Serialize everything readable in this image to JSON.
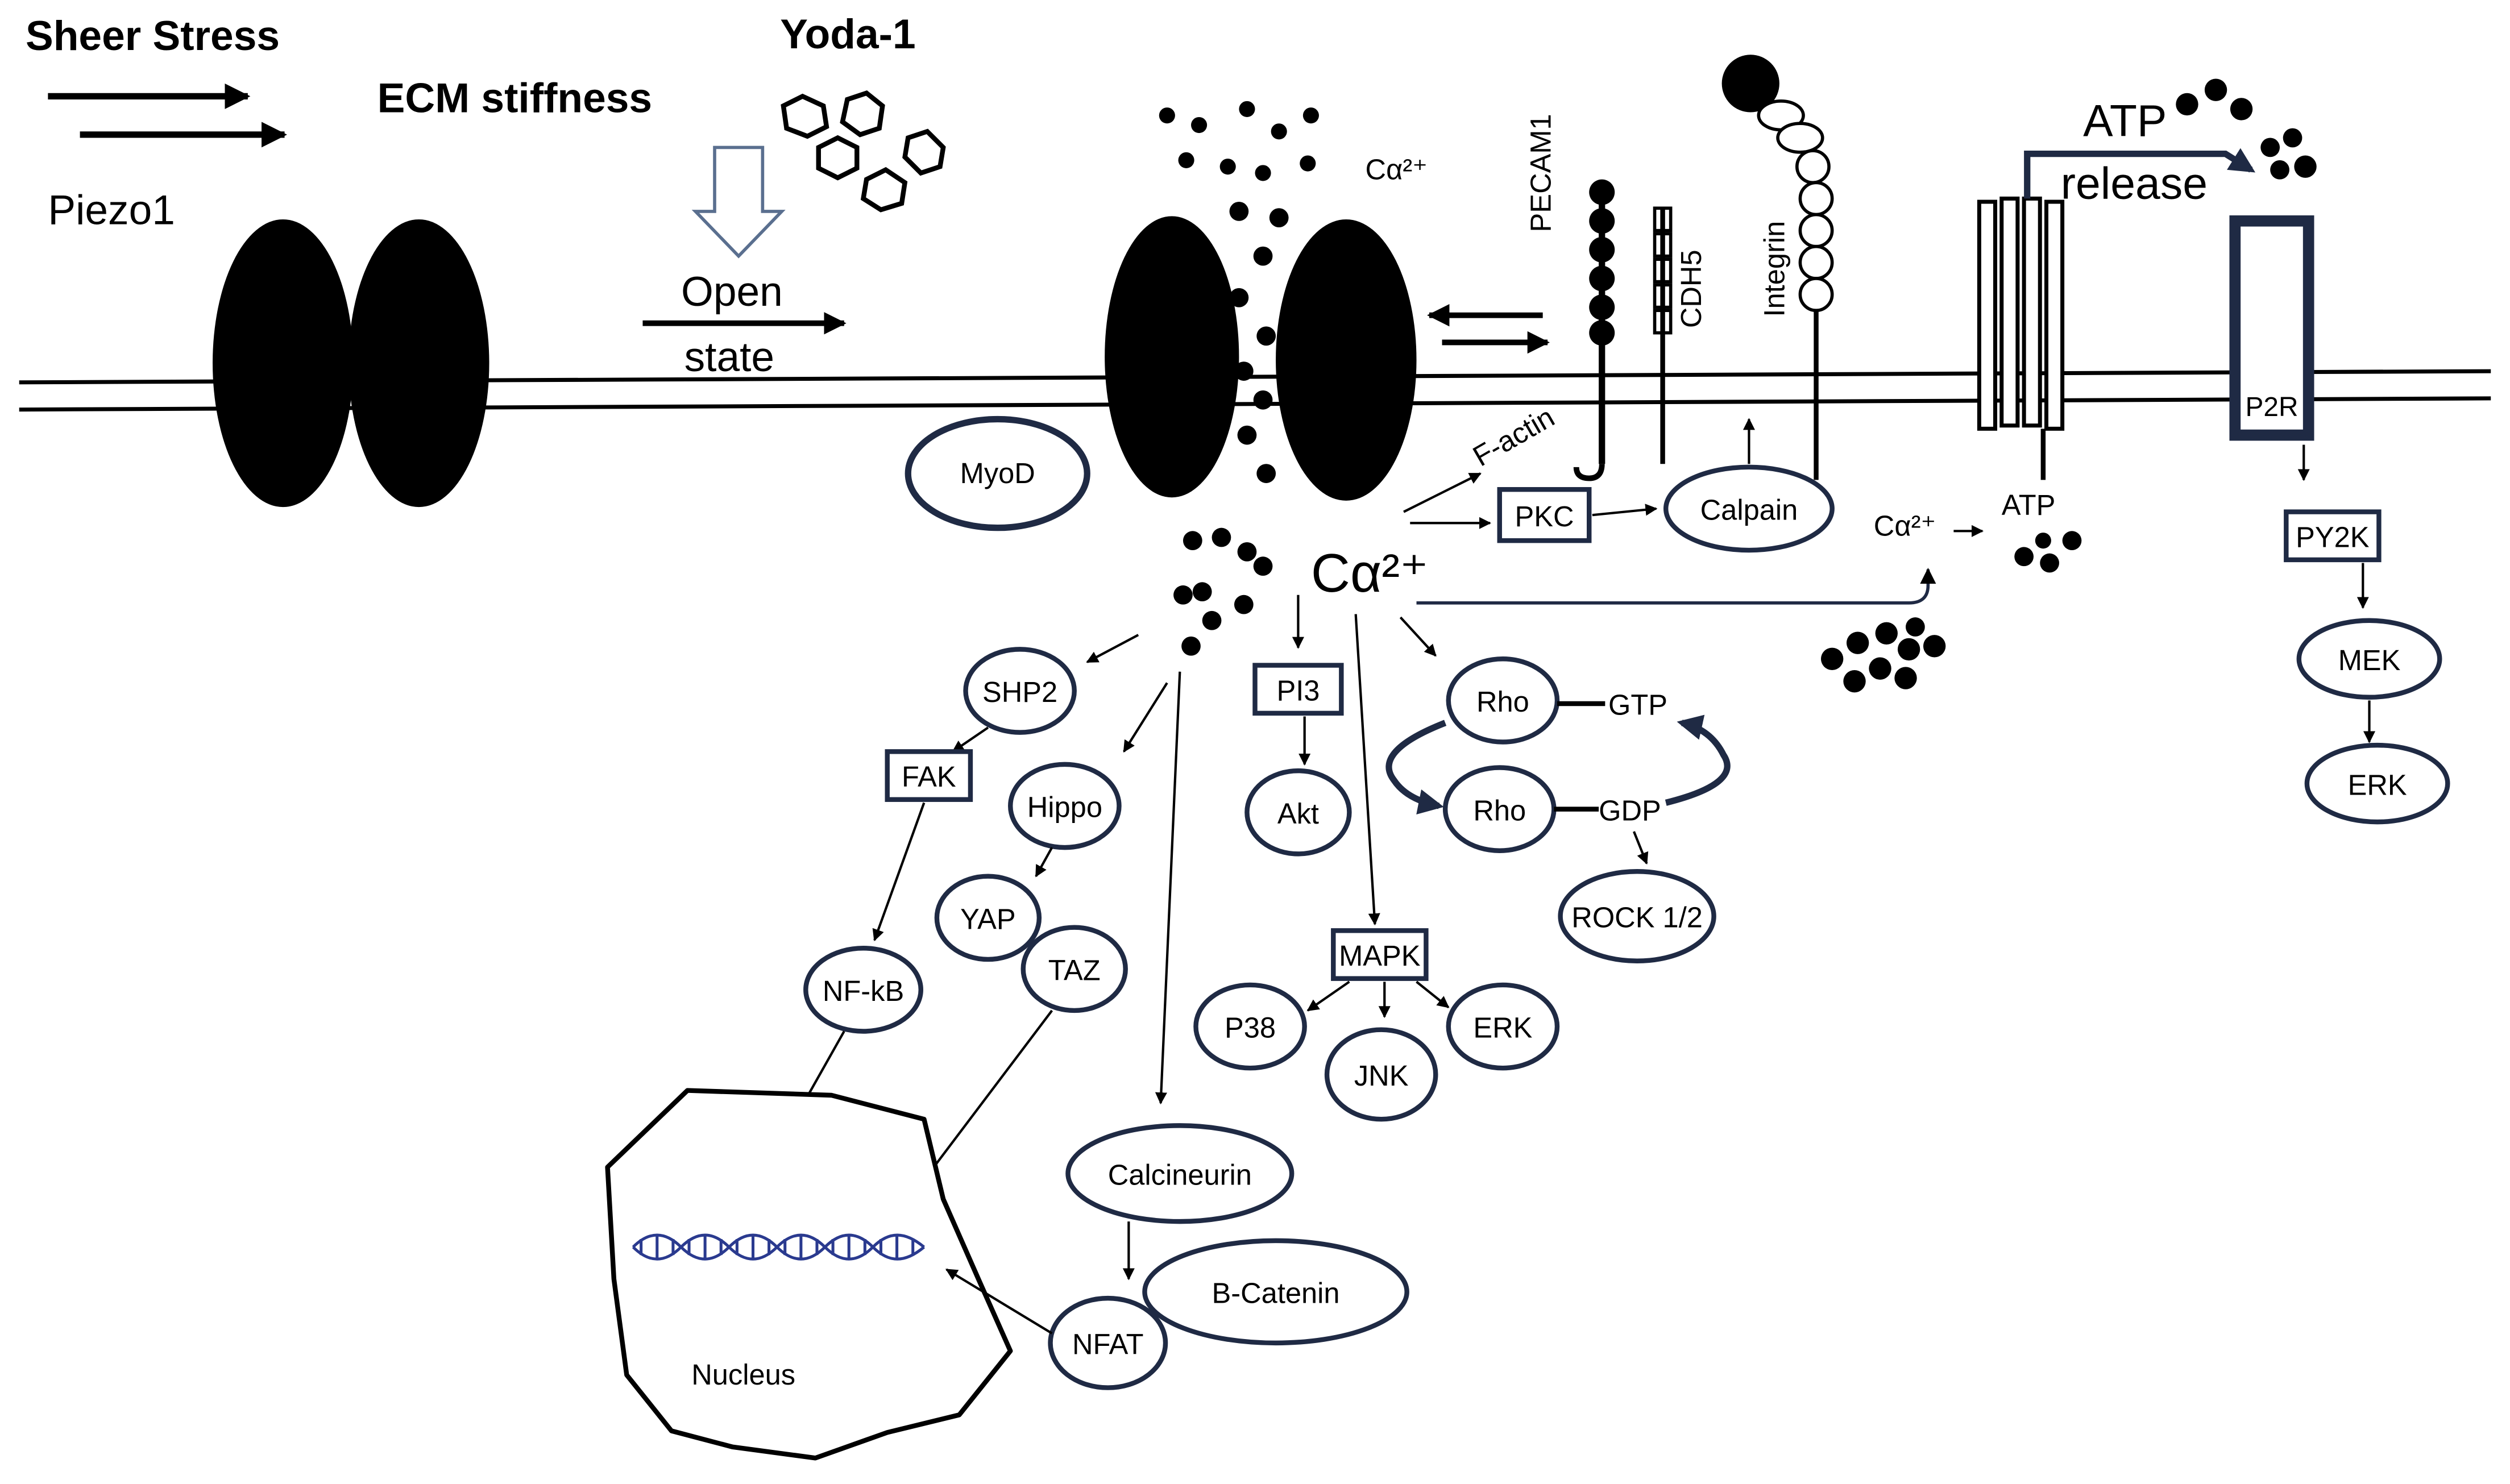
{
  "labels": {
    "sheer_stress": "Sheer Stress",
    "ecm_stiffness": "ECM stiffness",
    "yoda1": "Yoda-1",
    "piezo1": "Piezo1",
    "open": "Open",
    "state": "state",
    "ca_top": "Cα²⁺",
    "ca_main": "Cα²⁺",
    "ca_right": "Cα²⁺",
    "pecam1": "PECAM1",
    "cdh5": "CDH5",
    "integrin": "Integrin",
    "atp_release_1": "ATP",
    "atp_release_2": "release",
    "p2r": "P2R",
    "factin": "F-actin",
    "atp_small": "ATP",
    "gtp": "GTP",
    "gdp": "GDP",
    "nucleus": "Nucleus"
  },
  "nodes": {
    "myod": "MyoD",
    "pkc": "PKC",
    "calpain": "Calpain",
    "py2k": "PY2K",
    "mek": "MEK",
    "erk_right": "ERK",
    "shp2": "SHP2",
    "fak": "FAK",
    "hippo": "Hippo",
    "yap": "YAP",
    "taz": "TAZ",
    "nfkb": "NF-kB",
    "pi3": "PI3",
    "akt": "Akt",
    "rho_top": "Rho",
    "rho_bottom": "Rho",
    "rock": "ROCK 1/2",
    "mapk": "MAPK",
    "p38": "P38",
    "jnk": "JNK",
    "erk_mid": "ERK",
    "calcineurin": "Calcineurin",
    "bcatenin": "B-Catenin",
    "nfat": "NFAT"
  },
  "colors": {
    "line": "#000000",
    "node_border": "#1f2a44",
    "dna": "#2a3a8f",
    "yoda_arrow": "#5a6f8f"
  }
}
